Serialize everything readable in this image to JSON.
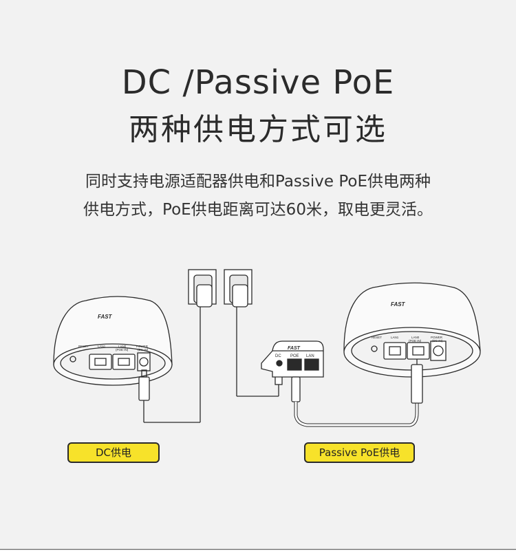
{
  "header": {
    "title_line1": "DC /Passive PoE",
    "title_line2": "两种供电方式可选"
  },
  "description": {
    "line1": "同时支持电源适配器供电和Passive PoE供电两种",
    "line2": "供电方式，PoE供电距离可达60米，取电更灵活。"
  },
  "diagram": {
    "brand": "FAST",
    "left_device_ports": [
      "RESET",
      "LAN1",
      "LAN0",
      "(POE IN)",
      "POWER",
      "(DC IN)"
    ],
    "injector_ports": [
      "DC",
      "POE",
      "LAN"
    ],
    "right_device_ports": [
      "RESET",
      "LAN1",
      "LAN0",
      "(POE IN)",
      "POWER",
      "(DC IN)"
    ]
  },
  "labels": {
    "dc": "DC供电",
    "poe": "Passive PoE供电"
  },
  "colors": {
    "background": "#f2f2f2",
    "tag_fill": "#f7e22a",
    "outline": "#2a2a2a"
  }
}
